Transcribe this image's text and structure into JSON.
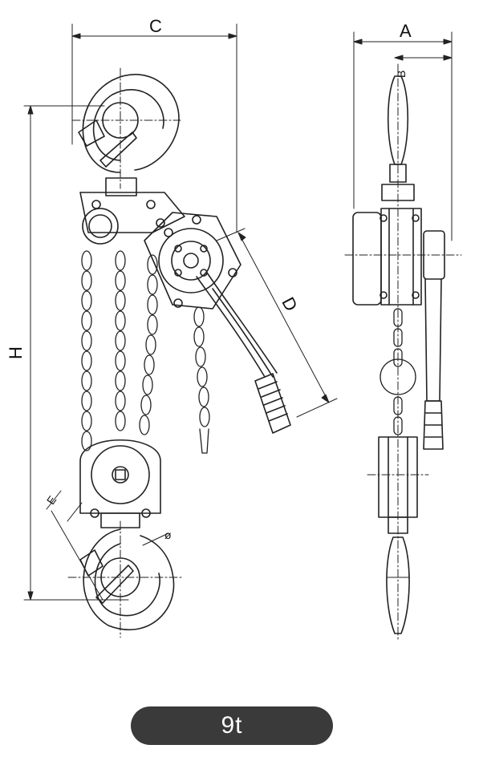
{
  "dimensions": {
    "a": "A",
    "b": "B",
    "c": "C",
    "d": "D",
    "e": "E",
    "h": "H",
    "phi": "ø"
  },
  "capacity_badge": "9t"
}
